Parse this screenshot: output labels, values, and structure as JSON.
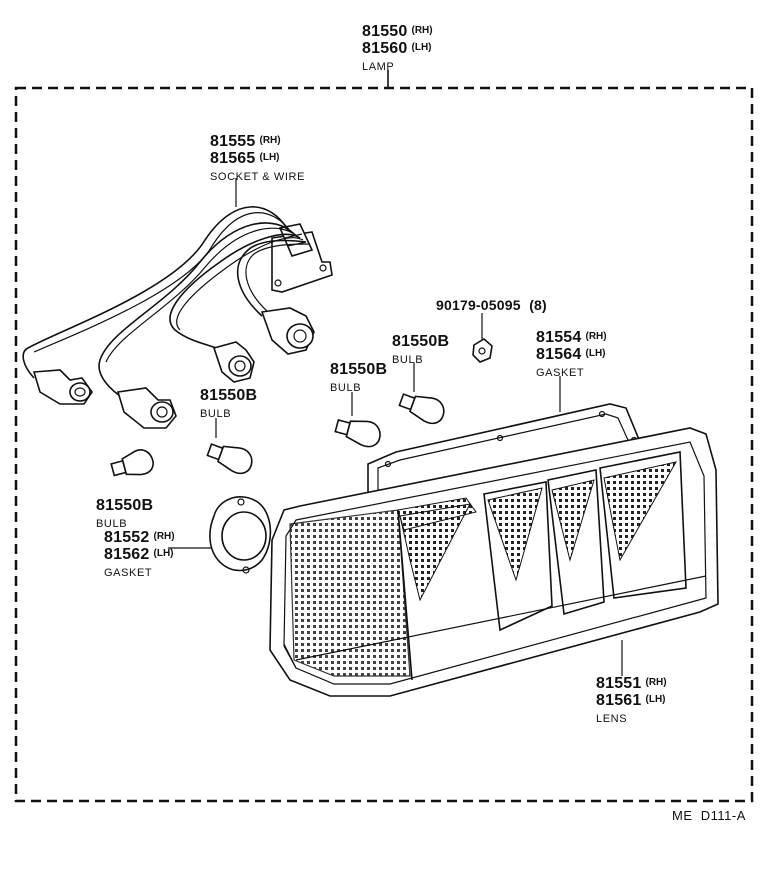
{
  "parts": {
    "lamp": {
      "pn_rh": "81550",
      "side_rh": "(RH)",
      "pn_lh": "81560",
      "side_lh": "(LH)",
      "name": "LAMP"
    },
    "socket_wire": {
      "pn_rh": "81555",
      "side_rh": "(RH)",
      "pn_lh": "81565",
      "side_lh": "(LH)",
      "name": "SOCKET & WIRE"
    },
    "screw": {
      "pn": "90179-05095",
      "qty": "(8)"
    },
    "gasket_lens": {
      "pn_rh": "81554",
      "side_rh": "(RH)",
      "pn_lh": "81564",
      "side_lh": "(LH)",
      "name": "GASKET"
    },
    "bulb_a": {
      "pn": "81550B",
      "name": "BULB"
    },
    "bulb_b": {
      "pn": "81550B",
      "name": "BULB"
    },
    "bulb_c": {
      "pn": "81550B",
      "name": "BULB"
    },
    "bulb_d": {
      "pn": "81550B",
      "name": "BULB"
    },
    "gasket_socket": {
      "pn_rh": "81552",
      "side_rh": "(RH)",
      "pn_lh": "81562",
      "side_lh": "(LH)",
      "name": "GASKET"
    },
    "lens": {
      "pn_rh": "81551",
      "side_rh": "(RH)",
      "pn_lh": "81561",
      "side_lh": "(LH)",
      "name": "LENS"
    }
  },
  "footer": {
    "code": "ME  D111-A"
  }
}
